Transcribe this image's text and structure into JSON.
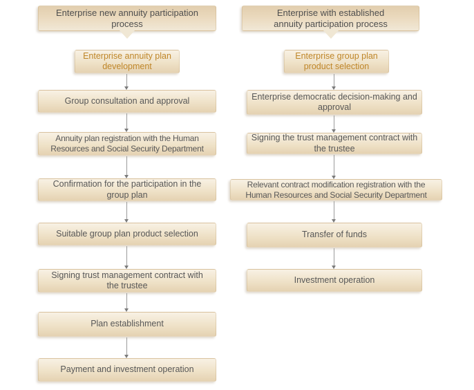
{
  "left_flow": {
    "header_line1": "Enterprise new annuity participation",
    "header_line2": "process",
    "start": "Enterprise annuity plan development",
    "steps": [
      "Group consultation and approval",
      "Annuity plan registration with the Human Resources and Social Security Department",
      "Confirmation for the participation in the group plan",
      "Suitable group plan product selection",
      "Signing trust management contract with the trustee",
      "Plan establishment",
      "Payment and investment operation"
    ]
  },
  "right_flow": {
    "header_line1": "Enterprise with established",
    "header_line2": "annuity participation process",
    "start": "Enterprise group plan product selection",
    "steps": [
      "Enterprise democratic decision-making and approval",
      "Signing the trust management contract with the trustee",
      "Relevant contract modification registration with the Human Resources and Social Security Department",
      "Transfer of funds",
      "Investment operation"
    ]
  },
  "colors": {
    "background": "#ffffff",
    "box_gradient_top": "#f8f1e4",
    "box_gradient_bottom": "#e5d2b2",
    "header_gradient_top": "#e2ceae",
    "header_gradient_bottom": "#f1e8d6",
    "accent_text": "#bf8629",
    "body_text": "#575757",
    "arrow": "#9a9a9a"
  }
}
